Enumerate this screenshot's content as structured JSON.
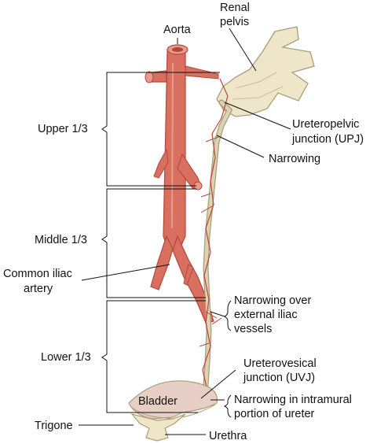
{
  "labels": {
    "aorta": "Aorta",
    "renal_pelvis_1": "Renal",
    "renal_pelvis_2": "pelvis",
    "upj_1": "Ureteropelvic",
    "upj_2": "junction (UPJ)",
    "narrowing": "Narrowing",
    "upper_word": "Upper",
    "middle_word": "Middle",
    "lower_word": "Lower",
    "third": "1/3",
    "common_iliac_1": "Common iliac",
    "common_iliac_2": "artery",
    "iliac_narrow_1": "Narrowing over",
    "iliac_narrow_2": "external iliac",
    "iliac_narrow_3": "vessels",
    "uvj_1": "Ureterovesical",
    "uvj_2": "junction (UVJ)",
    "bladder": "Bladder",
    "intramural_1": "Narrowing in intramural",
    "intramural_2": "portion of ureter",
    "trigone": "Trigone",
    "urethra": "Urethra"
  },
  "colors": {
    "artery": "#d9705f",
    "artery_dark": "#b2483c",
    "kidney": "#efe6c9",
    "kidney_edge": "#a89d78",
    "ureter": "#dcd3b3",
    "bladder": "#e8cfc5",
    "vessel_line": "#b8453a"
  }
}
